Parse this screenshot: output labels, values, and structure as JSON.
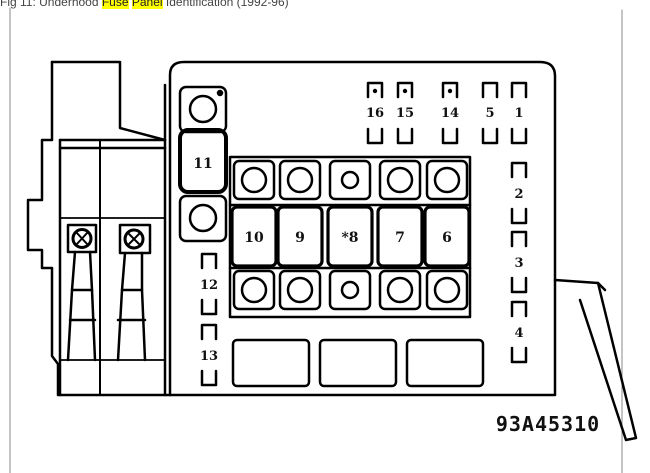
{
  "caption": {
    "prefix": "Fig 11: Underhood ",
    "highlight1": "Fuse",
    "space": " ",
    "highlight2": "Panel",
    "suffix": " Identification (1992-96)"
  },
  "diagram": {
    "part_code": "93A45310",
    "top_slots": [
      "16",
      "15",
      "14",
      "5",
      "1"
    ],
    "right_slots": [
      "2",
      "3",
      "4"
    ],
    "left_slots": [
      "12",
      "13"
    ],
    "fuse_11": "11",
    "large_fuses": [
      "10",
      "9",
      "*8",
      "7",
      "6"
    ]
  },
  "colors": {
    "line": "#000000",
    "highlight": "#ffff00"
  }
}
